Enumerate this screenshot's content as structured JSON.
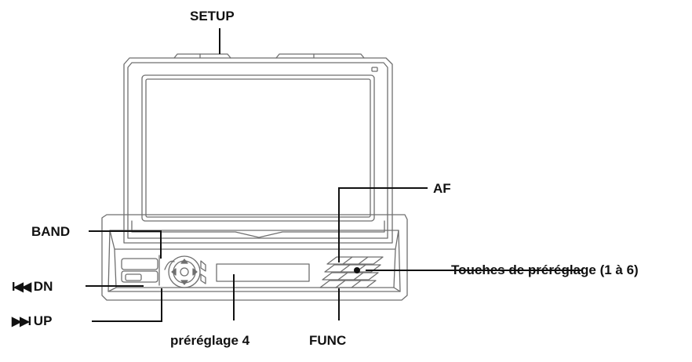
{
  "labels": {
    "setup": "SETUP",
    "af": "AF",
    "band": "BAND",
    "presets": "Touches de préréglage (1 à 6)",
    "dn_symbol": "I◀◀",
    "dn_text": "DN",
    "up_symbol": "▶▶I",
    "up_text": "UP",
    "preset4": "préréglage 4",
    "func": "FUNC"
  },
  "colors": {
    "outline": "#6f6f6f",
    "leader": "#111111",
    "text": "#111111"
  }
}
